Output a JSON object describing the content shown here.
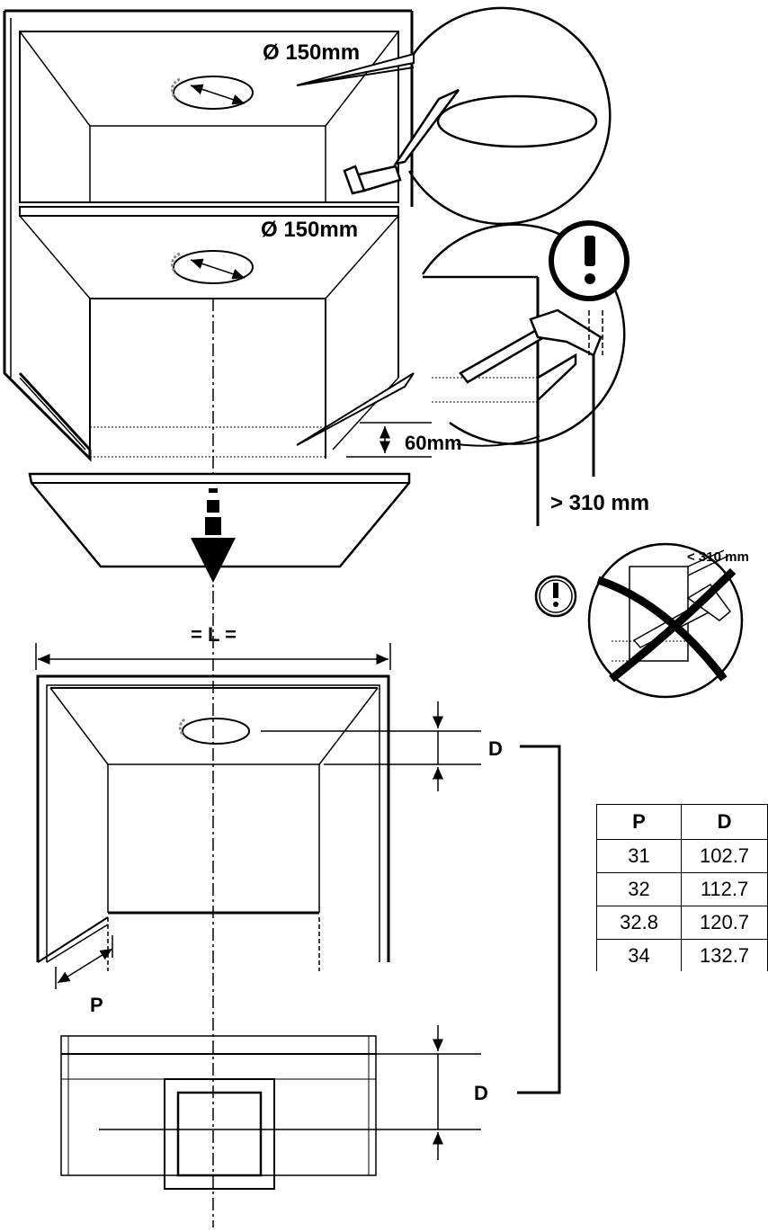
{
  "labels": {
    "diameter_top": "Ø 150mm",
    "diameter_middle": "Ø 150mm",
    "cut_height": "60mm",
    "min_height": "> 310 mm",
    "max_height": "< 310 mm",
    "width_label": "= L =",
    "depth_label_1": "D",
    "depth_label_2": "D",
    "p_label": "P"
  },
  "icons": {
    "warning_large": "exclamation-icon",
    "warning_small": "exclamation-icon"
  },
  "table": {
    "headers": [
      "P",
      "D"
    ],
    "rows": [
      [
        "31",
        "102.7"
      ],
      [
        "32",
        "112.7"
      ],
      [
        "32.8",
        "120.7"
      ],
      [
        "34",
        "132.7"
      ]
    ]
  }
}
